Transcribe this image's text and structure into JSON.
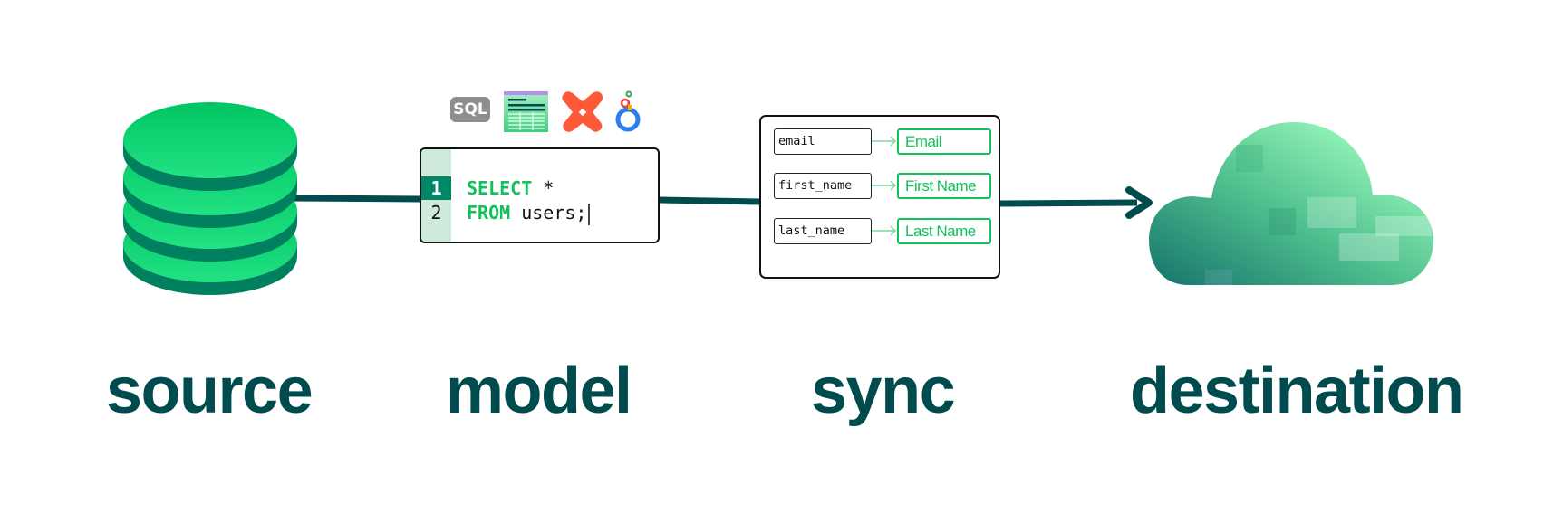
{
  "stages": {
    "source": {
      "label": "source"
    },
    "model": {
      "label": "model",
      "tool_icons": [
        "sql-icon",
        "spreadsheet-icon",
        "dbt-icon",
        "looker-icon"
      ],
      "sql_badge": "SQL",
      "code": {
        "line_numbers": [
          "1",
          "2"
        ],
        "line1_keyword": "SELECT",
        "line1_rest": " *",
        "line2_keyword": "FROM",
        "line2_rest": " users;"
      }
    },
    "sync": {
      "label": "sync",
      "mappings": [
        {
          "from": "email",
          "to": "Email"
        },
        {
          "from": "first_name",
          "to": "First Name"
        },
        {
          "from": "last_name",
          "to": "Last Name"
        }
      ]
    },
    "destination": {
      "label": "destination"
    }
  },
  "colors": {
    "text": "#004b4d",
    "connector": "#004b4d",
    "accent_green": "#11c15b",
    "db_top": "#1ed97a",
    "db_side": "#00805e",
    "gutter": "#cdeadb",
    "active_line": "#00876a"
  }
}
